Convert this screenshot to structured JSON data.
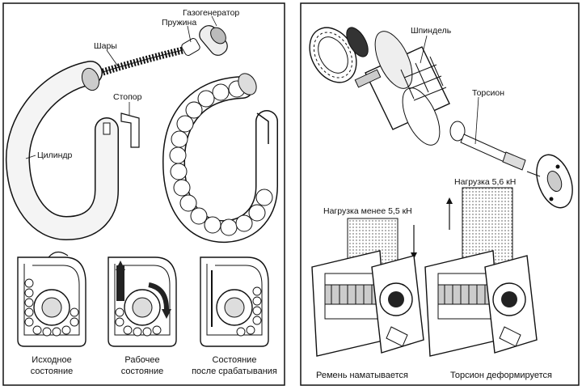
{
  "left_panel": {
    "labels": {
      "gas_generator": "Газогенератор",
      "spring": "Пружина",
      "balls": "Шары",
      "stopper": "Стопор",
      "cylinder": "Цилиндр"
    },
    "captions": [
      [
        "Исходное",
        "состояние"
      ],
      [
        "Рабочее",
        "состояние"
      ],
      [
        "Состояние",
        "после срабатывания"
      ]
    ]
  },
  "right_panel": {
    "labels": {
      "spindle": "Шпиндель",
      "torsion": "Торсион",
      "load_low": "Нагрузка менее 5,5 кН",
      "load_high": "Нагрузка 5,6 кН"
    },
    "captions": [
      "Ремень наматывается",
      "Торсион деформируется"
    ]
  },
  "colors": {
    "ink": "#111111",
    "paper": "#ffffff",
    "shade": "#d8d8d8"
  }
}
